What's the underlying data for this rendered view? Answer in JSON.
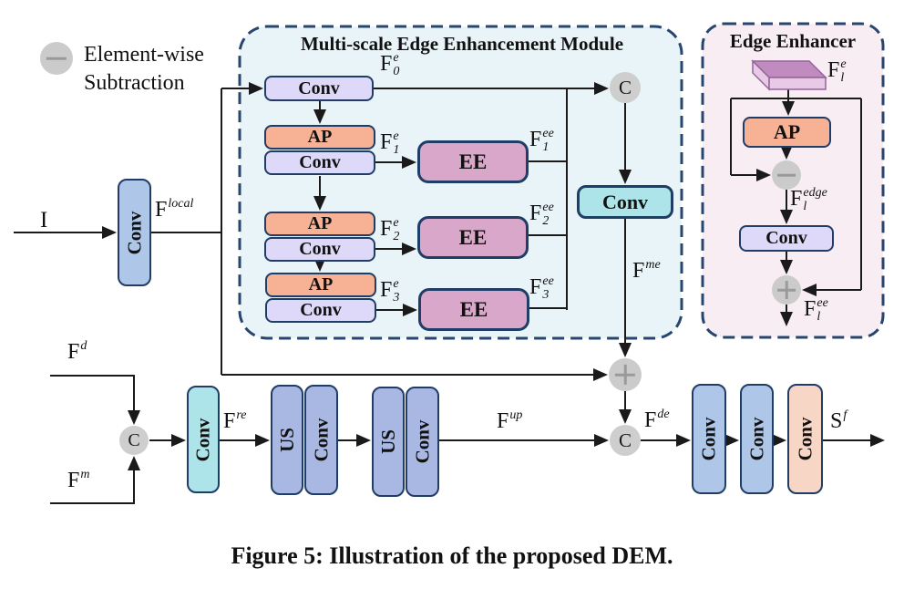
{
  "legend": {
    "symbol": "minus-circle",
    "line1": "Element-wise",
    "line2": "Subtraction"
  },
  "module": {
    "title": "Multi-scale Edge Enhancement Module",
    "conv": "Conv",
    "ap": "AP",
    "ee": "EE",
    "concat": "C"
  },
  "enhancer": {
    "title": "Edge Enhancer",
    "ap": "AP",
    "conv": "Conv"
  },
  "pipeline": {
    "conv": "Conv",
    "us": "US",
    "concat": "C"
  },
  "labels": {
    "input": "I",
    "local": {
      "base": "F",
      "sup": "local",
      "sub": ""
    },
    "d": {
      "base": "F",
      "sup": "d",
      "sub": ""
    },
    "m": {
      "base": "F",
      "sup": "m",
      "sub": ""
    },
    "re": {
      "base": "F",
      "sup": "re",
      "sub": ""
    },
    "up": {
      "base": "F",
      "sup": "up",
      "sub": ""
    },
    "de": {
      "base": "F",
      "sup": "de",
      "sub": ""
    },
    "me": {
      "base": "F",
      "sup": "me",
      "sub": ""
    },
    "sf": {
      "base": "S",
      "sup": "f",
      "sub": ""
    },
    "f0e": {
      "base": "F",
      "sup": "e",
      "sub": "0"
    },
    "f1e": {
      "base": "F",
      "sup": "e",
      "sub": "1"
    },
    "f2e": {
      "base": "F",
      "sup": "e",
      "sub": "2"
    },
    "f3e": {
      "base": "F",
      "sup": "e",
      "sub": "3"
    },
    "f1ee": {
      "base": "F",
      "sup": "ee",
      "sub": "1"
    },
    "f2ee": {
      "base": "F",
      "sup": "ee",
      "sub": "2"
    },
    "f3ee": {
      "base": "F",
      "sup": "ee",
      "sub": "3"
    },
    "fle": {
      "base": "F",
      "sup": "e",
      "sub": "l"
    },
    "fledge": {
      "base": "F",
      "sup": "edge",
      "sub": "l"
    },
    "flee": {
      "base": "F",
      "sup": "ee",
      "sub": "l"
    }
  },
  "caption": "Figure 5: Illustration of the proposed DEM.",
  "colors": {
    "module_background": "#e8f4f8",
    "enhancer_background": "#f9edf4",
    "dashed_border": "#27466f",
    "block_border": "#1f3d66",
    "conv_fill": "#ded9f8",
    "ap_fill": "#f7b295",
    "ee_fill": "#d9a7c9",
    "teal_conv_fill": "#ade4ea",
    "blue_conv_fill": "#aec6e8",
    "us_conv_fill": "#a9b8e3",
    "output_conv_fill": "#f8d6c5",
    "node_fill": "#cbcbcb",
    "slab_top_fill": "#c08cc0",
    "slab_side_fill": "#e8cae6",
    "line": "#1a1a1a"
  }
}
